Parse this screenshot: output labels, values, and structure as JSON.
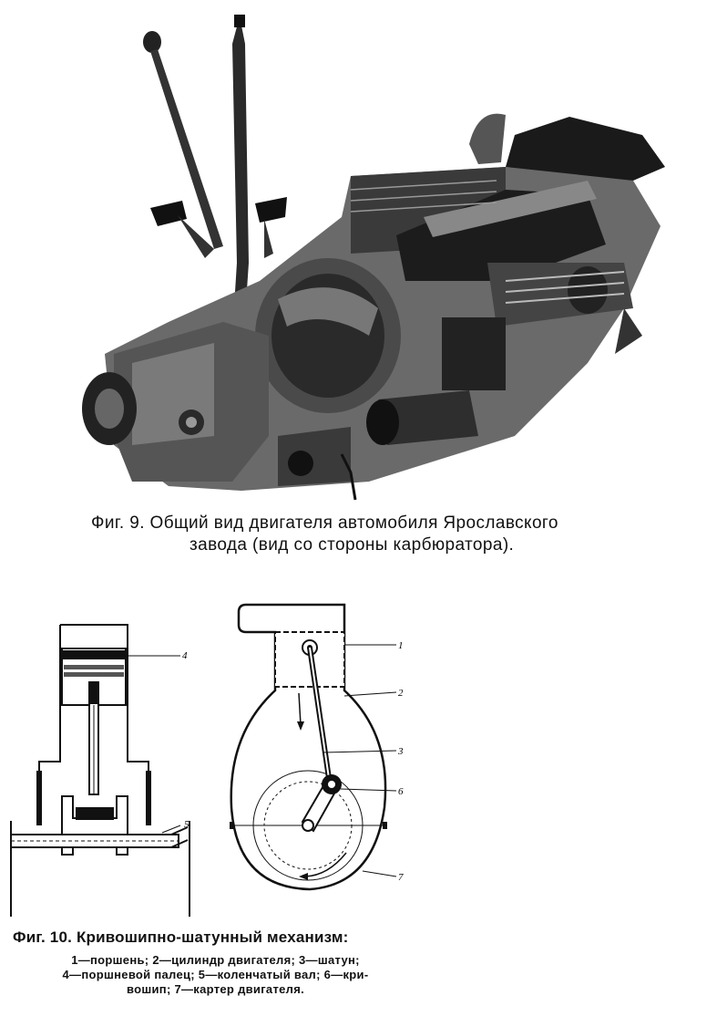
{
  "figure9": {
    "image_name": "yaroslavl-engine-illustration",
    "caption_line1": "Фиг. 9. Общий вид двигателя автомобиля Ярославского",
    "caption_line2": "завода (вид со стороны карбюратора)."
  },
  "figure10": {
    "left_diagram": "piston-cylinder-section",
    "right_diagram": "crank-mechanism-diagram",
    "labels": {
      "n1": "1",
      "n2": "2",
      "n3": "3",
      "n4": "4",
      "n5": "5",
      "n6": "6",
      "n7": "7"
    },
    "caption_title": "Фиг. 10. Кривошипно-шатунный механизм:",
    "legend_line1": "1—поршень; 2—цилиндр двигателя; 3—шатун;",
    "legend_line2": "4—поршневой палец; 5—коленчатый вал; 6—кри-",
    "legend_line3": "вошип; 7—картер двигателя."
  }
}
